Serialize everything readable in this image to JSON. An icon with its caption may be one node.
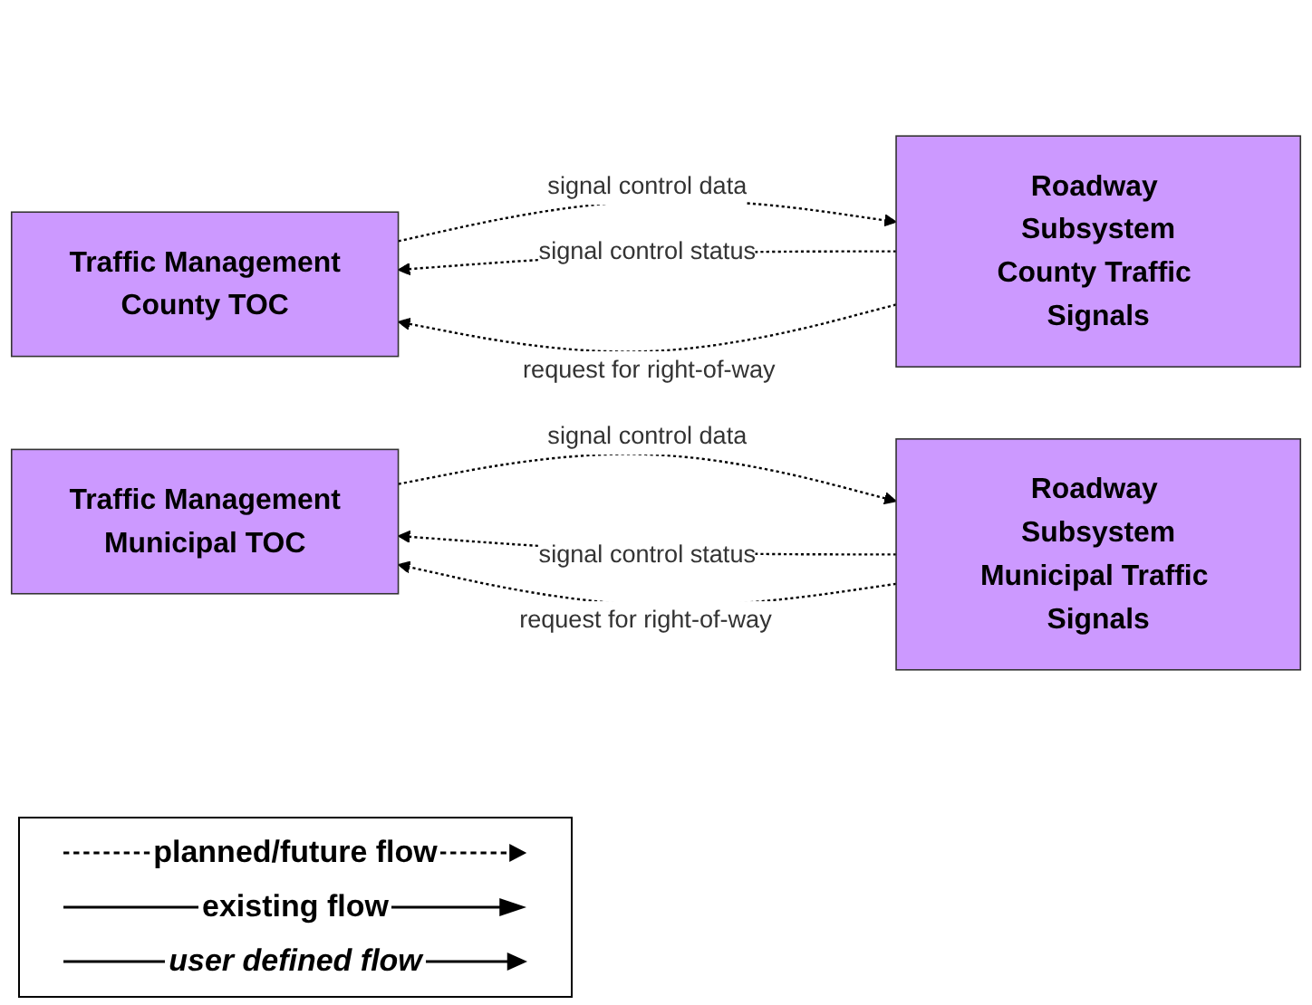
{
  "diagram": {
    "nodes": [
      {
        "text": [
          "Traffic Management",
          "County TOC"
        ]
      },
      {
        "text": [
          "Roadway Subsystem",
          "County Traffic Signals"
        ]
      },
      {
        "text": [
          "Traffic Management",
          "Municipal TOC"
        ]
      },
      {
        "text": [
          "Roadway Subsystem",
          "Municipal Traffic Signals"
        ]
      }
    ],
    "edges": [
      {
        "from": 0,
        "to": 1,
        "arrow": "to",
        "label": "signal control data",
        "style": "dashed"
      },
      {
        "from": 1,
        "to": 0,
        "arrow": "to",
        "label": "signal control status",
        "style": "dashed"
      },
      {
        "from": 1,
        "to": 0,
        "arrow": "to",
        "label": "request for right-of-way",
        "style": "dashed"
      },
      {
        "from": 2,
        "to": 3,
        "arrow": "to",
        "label": "signal control data",
        "style": "dashed"
      },
      {
        "from": 3,
        "to": 2,
        "arrow": "to",
        "label": "signal control status",
        "style": "dashed"
      },
      {
        "from": 3,
        "to": 2,
        "arrow": "to",
        "label": "request for right-of-way",
        "style": "dashed"
      }
    ],
    "legend": [
      {
        "text": "planned/future flow"
      },
      {
        "text": "existing flow"
      },
      {
        "text": "user defined flow"
      }
    ]
  }
}
